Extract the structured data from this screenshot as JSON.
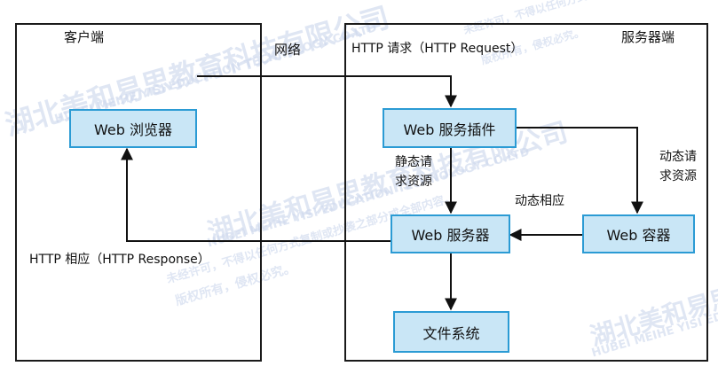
{
  "regions": {
    "client": "客户端",
    "server": "服务器端"
  },
  "nodes": {
    "browser": "Web 浏览器",
    "plugin": "Web 服务插件",
    "web_server": "Web 服务器",
    "container": "Web 容器",
    "file_system": "文件系统"
  },
  "labels": {
    "network": "网络",
    "http_request": "HTTP 请求（HTTP Request）",
    "http_response": "HTTP 相应（HTTP Response）",
    "static_request": "静态请求资源",
    "dynamic_request": "动态请求资源",
    "dynamic_response": "动态相应"
  },
  "watermarks": [
    "湖北美和易思教育科技有限公司",
    "HUBEI MEIHE YISI EDUCATION TECHNOLOGY CO.LTD",
    "未经许可，不得以任何方式复制或抄袭之部分或全部内容。",
    "版权所有，侵权必究。"
  ],
  "colors": {
    "node_fill": "#c9e6f6",
    "node_border": "#2b9bd4",
    "line": "#111111",
    "watermark": "#cfd9ee"
  }
}
